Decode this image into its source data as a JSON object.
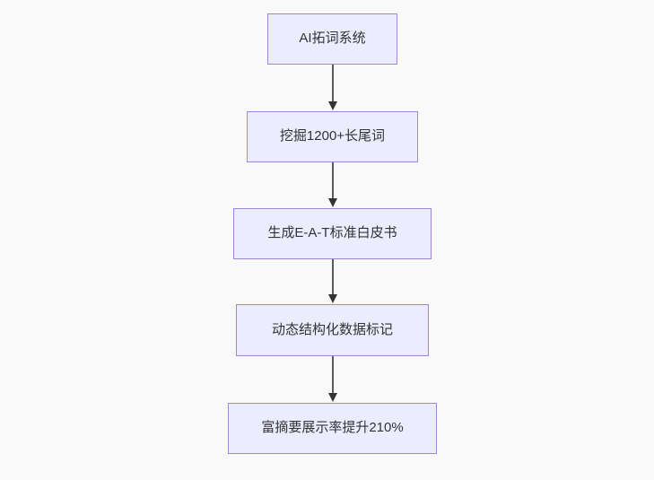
{
  "diagram": {
    "type": "flowchart-top-down",
    "background_color": "#f9f9f9",
    "node_fill_color": "#ECECFF",
    "node_border_color": "#9370DB",
    "text_color": "#333333",
    "arrow_color": "#333333",
    "nodes": [
      {
        "id": "n1",
        "label": "AI拓词系统"
      },
      {
        "id": "n2",
        "label": "挖掘1200+长尾词"
      },
      {
        "id": "n3",
        "label": "生成E-A-T标准白皮书"
      },
      {
        "id": "n4",
        "label": "动态结构化数据标记"
      },
      {
        "id": "n5",
        "label": "富摘要展示率提升210%"
      }
    ],
    "edges": [
      {
        "from": "n1",
        "to": "n2"
      },
      {
        "from": "n2",
        "to": "n3"
      },
      {
        "from": "n3",
        "to": "n4"
      },
      {
        "from": "n4",
        "to": "n5"
      }
    ]
  }
}
